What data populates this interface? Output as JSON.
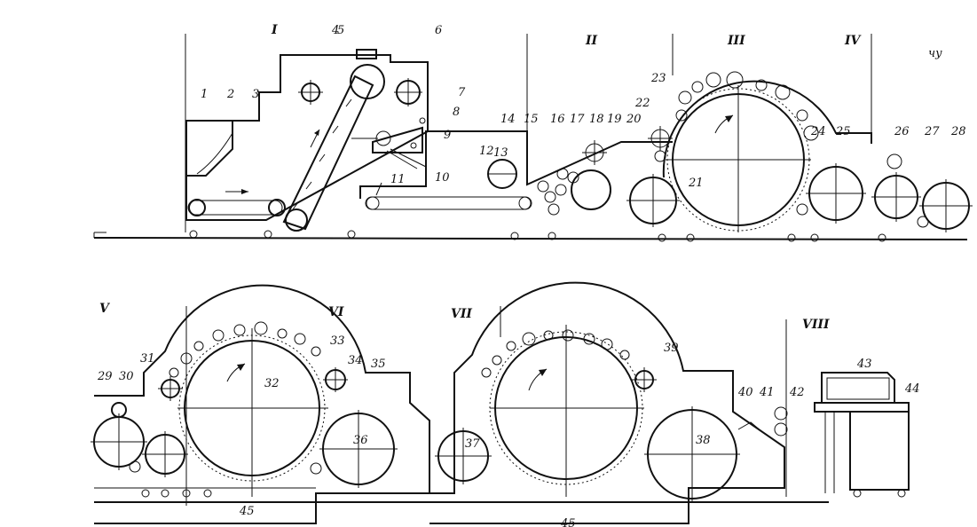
{
  "sections": [
    "I",
    "II",
    "III",
    "IV",
    "V",
    "VI",
    "VII",
    "VIII"
  ],
  "part_numbers": [
    "1",
    "2",
    "3",
    "4",
    "5",
    "6",
    "7",
    "8",
    "9",
    "10",
    "11",
    "12",
    "13",
    "14",
    "15",
    "16",
    "17",
    "18",
    "19",
    "20",
    "21",
    "22",
    "23",
    "24",
    "25",
    "26",
    "27",
    "28",
    "29",
    "30",
    "31",
    "32",
    "33",
    "34",
    "35",
    "36",
    "37",
    "38",
    "39",
    "40",
    "41",
    "42",
    "43",
    "44",
    "45",
    "45"
  ],
  "marks": {
    "top_right": "чу"
  }
}
